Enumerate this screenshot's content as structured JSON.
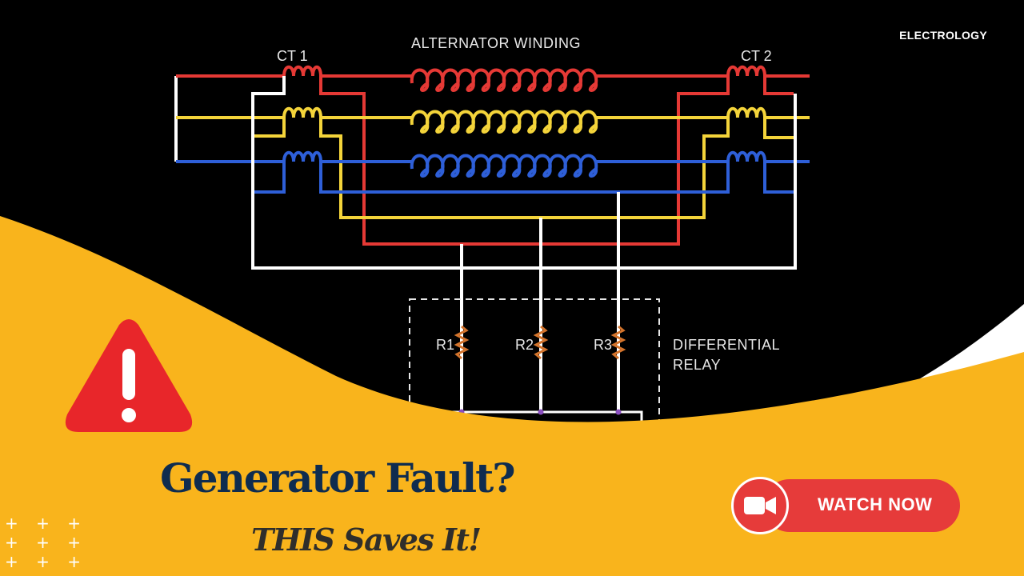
{
  "brand": "ELECTROLOGY",
  "headline": "Generator Fault?",
  "subline": "THIS Saves It!",
  "cta": {
    "label": "WATCH NOW",
    "icon": "video-camera-icon"
  },
  "diagram": {
    "title": "ALTERNATOR WINDING",
    "ct_left": "CT 1",
    "ct_right": "CT 2",
    "resistors": [
      "R1",
      "R2",
      "R3"
    ],
    "relay_label_line1": "DIFFERENTIAL",
    "relay_label_line2": "RELAY"
  },
  "warning_icon": "warning-triangle-icon",
  "decoration_icon": "plus-grid-icon",
  "colors": {
    "background": "#000000",
    "accent_yellow": "#f9b41c",
    "phase_red": "#e53935",
    "phase_yellow": "#f4d43a",
    "phase_blue": "#2e5fd8",
    "headline_navy": "#0f2c4f",
    "warning_red": "#e8262a",
    "button_red": "#e63b3a"
  }
}
